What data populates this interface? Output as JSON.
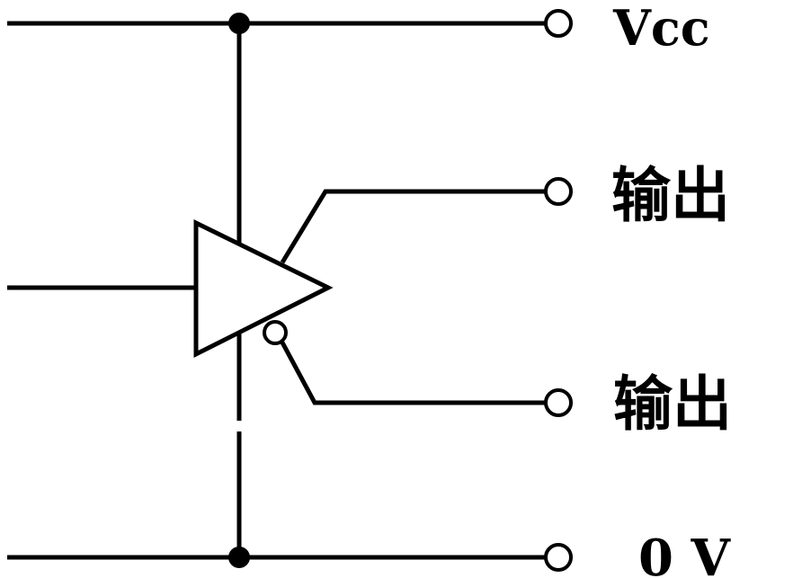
{
  "terminals": {
    "vcc": {
      "label": "Vcc"
    },
    "output_1": {
      "label": "输出"
    },
    "output_2": {
      "label": "输出"
    },
    "ground": {
      "label": "0 V"
    }
  },
  "colors": {
    "line": "#000000",
    "background": "#ffffff"
  }
}
